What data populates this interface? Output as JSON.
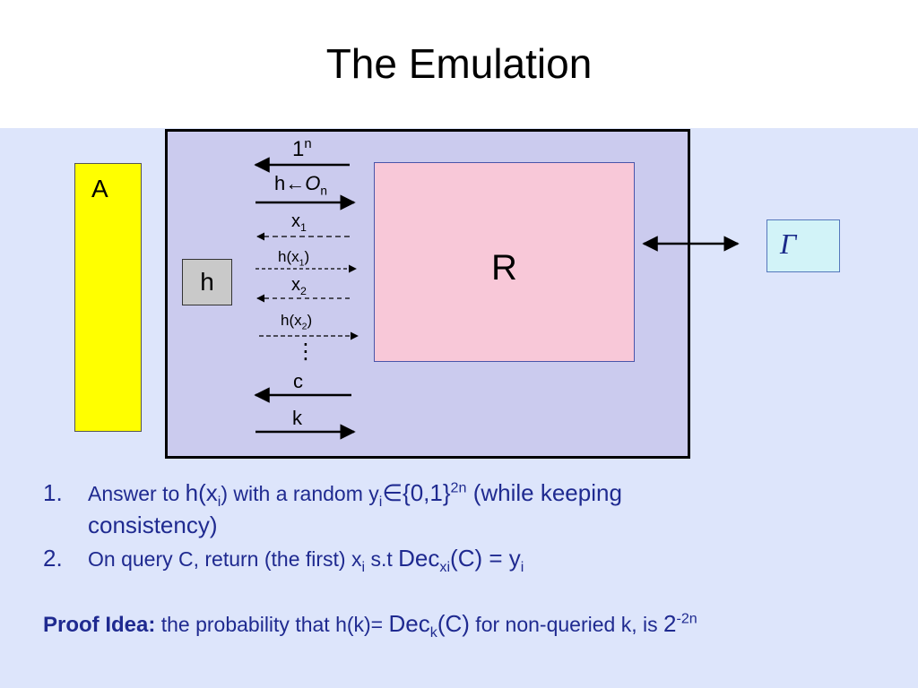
{
  "slide": {
    "title": "The Emulation"
  },
  "diagram": {
    "box_A_label": "A",
    "box_h_label": "h",
    "box_R_label": "R",
    "box_gamma_label": "Γ",
    "messages": {
      "m1_base": "1",
      "m1_sup": "n",
      "m2_h": "h",
      "m2_arrow": "←",
      "m2_O": "O",
      "m2_sub": "n",
      "m3_base": "x",
      "m3_sub": "1",
      "m4_prefix": "h(x",
      "m4_sub": "1",
      "m4_suffix": ")",
      "m5_base": "x",
      "m5_sub": "2",
      "m6_prefix": "h(x",
      "m6_sub": "2",
      "m6_suffix": ")",
      "dots": "⋮",
      "m7": "c",
      "m8": "k"
    }
  },
  "notes": {
    "item1": {
      "num": "1.",
      "t1": "Answer to ",
      "t2": "h(x",
      "t2_sub": "i",
      "t3": ") with a random y",
      "t3_sub": "i",
      "t4": "∈{0,1}",
      "t4_sup": "2n",
      "t5": " (while keeping",
      "t6": "consistency)"
    },
    "item2": {
      "num": "2.",
      "t1": " On query C, return (the first) x",
      "t1_sub": "i",
      "t2": " s.t  ",
      "t3": "Dec",
      "t3_sub": "xi",
      "t4": "(C) = y",
      "t4_sub": "i"
    },
    "proof": {
      "label": "Proof Idea:",
      "t1": " the probability that h(k)= ",
      "t2": "Dec",
      "t2_sub": "k",
      "t3": "(C)",
      "t4": " for non-queried k, is ",
      "t5": "2",
      "t5_sup": "-2n"
    }
  }
}
